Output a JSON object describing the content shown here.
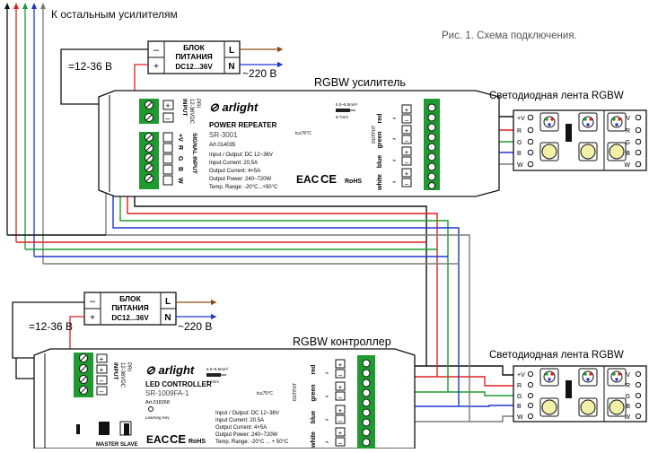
{
  "top_label": "К остальным усилителям",
  "caption": "Рис. 1. Схема подключения.",
  "psu": {
    "title1": "БЛОК",
    "title2": "ПИТАНИЯ",
    "rating": "DC12...36V",
    "dc_voltage": "=12-36 В",
    "ac_voltage": "~220 В",
    "l": "L",
    "n": "N",
    "minus": "–",
    "plus": "+"
  },
  "amplifier": {
    "heading": "RGBW усилитель",
    "brand": "arlight",
    "product": "POWER REPEATER",
    "model": "SR-3001",
    "art": "Art.014035",
    "input_label": "INPUT",
    "input_sub1": "12-36VDC",
    "input_sub2": "PRI",
    "signal_label": "SIGNAL INPUT",
    "spec1": "Input / Output: DC 12~36V",
    "spec2": "Input Current: 20,5A",
    "spec3": "Output Current: 4×5A",
    "spec4": "Output Power: 240~720W",
    "spec5": "Temp. Range: -20°C...+50°C",
    "temp": "tc≤75°C",
    "strip1": "5.0~5.5mm²",
    "strip2": "6-7mm",
    "output": "OUTPUT",
    "rohs": "RoHS"
  },
  "controller": {
    "heading": "RGBW контроллер",
    "brand": "arlight",
    "product": "LED CONTROLLER",
    "model": "SR-1009FA-1",
    "art": "Art.018268",
    "learning": "Learning Key",
    "input_label": "INPUT",
    "input_sub1": "12-36VDC",
    "input_sub2": "PRI",
    "spec1": "Input / Output: DC 12~36V",
    "spec2": "Input Current: 20.5A",
    "spec3": "Output Current: 4×5A",
    "spec4": "Output Power: 240~720W",
    "spec5": "Temp. Range: -20°C ... + 50°C",
    "temp": "tc≤75°C",
    "strip1": "5.0~5.5mm²",
    "strip2": "6-7mm",
    "output": "OUTPUT",
    "master": "MASTER",
    "slave": "SLAVE",
    "rohs": "RoHS"
  },
  "strip": {
    "heading": "Светодиодная лента RGBW"
  },
  "channels": [
    "+V",
    "R",
    "G",
    "B",
    "W"
  ],
  "signal_pins": [
    "+V",
    "R",
    "G",
    "B",
    "W"
  ],
  "output_colors": [
    "red",
    "green",
    "blue",
    "white"
  ],
  "marks": {
    "eac": "EAC",
    "ce": "CE"
  },
  "wire_colors": {
    "red": "#e02020",
    "green": "#1e9a2e",
    "blue": "#2035d0",
    "white": "#7a7a7a",
    "black": "#111111",
    "brown": "#8a4a14"
  }
}
